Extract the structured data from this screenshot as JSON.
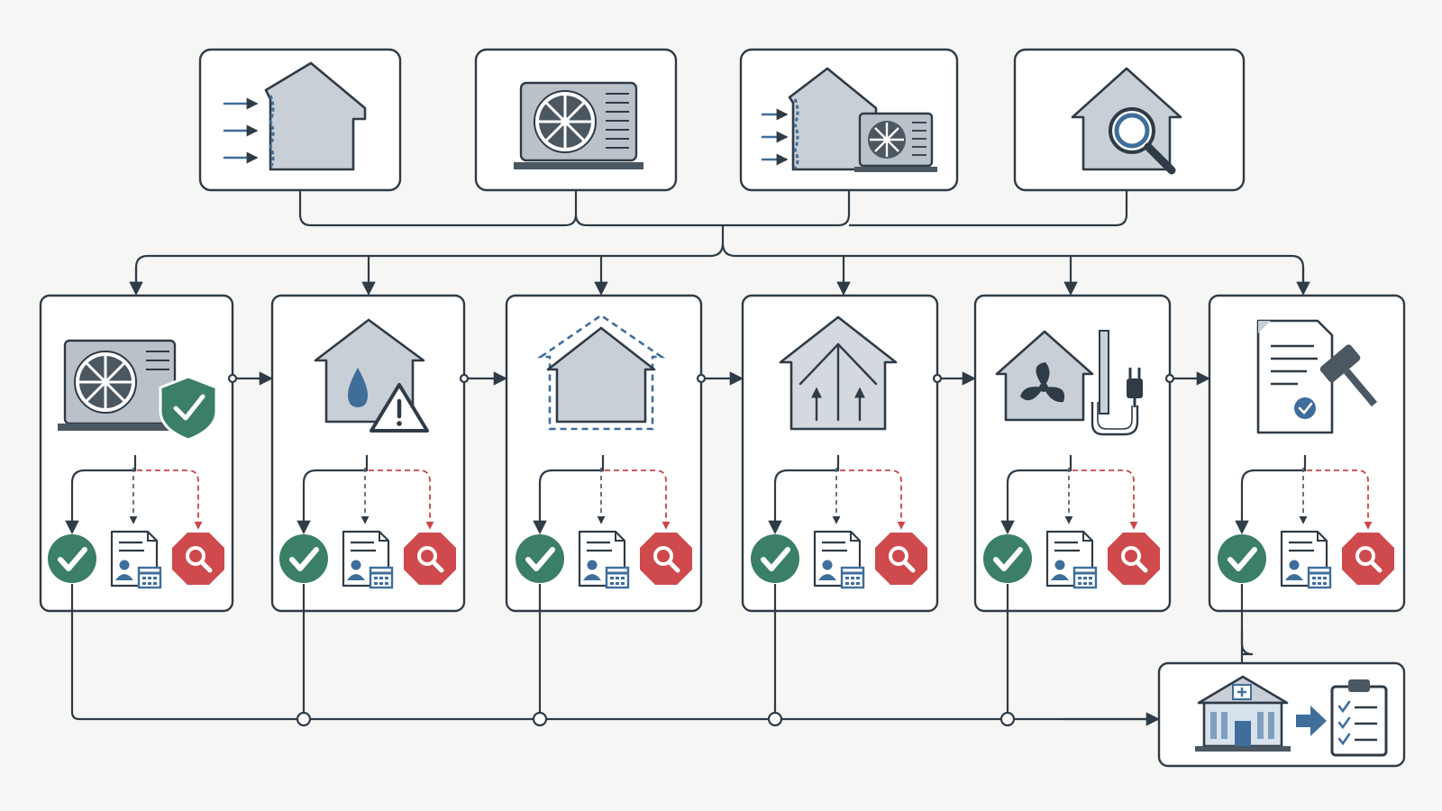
{
  "diagram": {
    "top_measures": [
      {
        "id": "m1",
        "icon": "insulated-house-icon"
      },
      {
        "id": "m2",
        "icon": "heat-pump-icon"
      },
      {
        "id": "m3",
        "icon": "insulation-plus-heat-pump-icon"
      },
      {
        "id": "m4",
        "icon": "house-inspection-icon"
      }
    ],
    "stages": [
      {
        "id": "s1",
        "icon": "heat-pump-shield-icon"
      },
      {
        "id": "s2",
        "icon": "moisture-warning-icon"
      },
      {
        "id": "s3",
        "icon": "airtight-envelope-icon"
      },
      {
        "id": "s4",
        "icon": "ventilation-house-icon"
      },
      {
        "id": "s5",
        "icon": "fan-electrical-icon"
      },
      {
        "id": "s6",
        "icon": "certificate-gavel-icon"
      }
    ],
    "stage_outcomes": [
      "approve-check-icon",
      "document-schedule-icon",
      "review-search-icon"
    ],
    "final_result": {
      "icons": [
        "public-building-icon",
        "arrow-right-icon",
        "checklist-clipboard-icon"
      ]
    },
    "colors": {
      "line": "#2f3b46",
      "approve": "#3a7f66",
      "review": "#cf4a4d",
      "accent": "#3f6e9b",
      "fill": "#c8cfd6"
    }
  }
}
